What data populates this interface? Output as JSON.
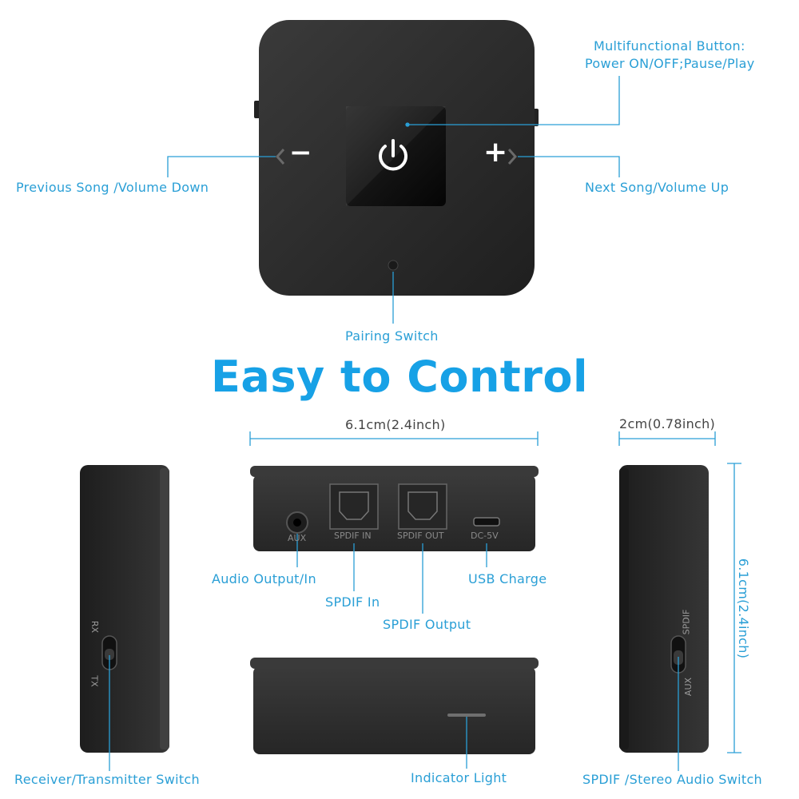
{
  "title": "Easy to Control",
  "top_view": {
    "multifunction_label_line1": "Multifunctional Button:",
    "multifunction_label_line2": "Power ON/OFF;Pause/Play",
    "prev_label": "Previous Song /Volume Down",
    "next_label": "Next Song/Volume Up",
    "pairing_label": "Pairing Switch",
    "minus_symbol": "−",
    "plus_symbol": "+"
  },
  "dimensions": {
    "width_label": "6.1cm(2.4inch)",
    "depth_label": "2cm(0.78inch)",
    "height_label": "6.1cm(2.4inch)"
  },
  "back_view": {
    "aux_port": "AUX",
    "spdif_in_port": "SPDIF IN",
    "spdif_out_port": "SPDIF OUT",
    "dc_port": "DC-5V",
    "audio_label": "Audio Output/In",
    "spdif_in_label": "SPDIF In",
    "spdif_out_label": "SPDIF Output",
    "usb_label": "USB Charge"
  },
  "left_side": {
    "rx": "RX",
    "tx": "TX",
    "switch_label": "Receiver/Transmitter Switch"
  },
  "right_side": {
    "spdif": "SPDIF",
    "aux": "AUX",
    "switch_label": "SPDIF /Stereo Audio Switch"
  },
  "front_view": {
    "indicator_label": "Indicator Light"
  },
  "colors": {
    "accent": "#2a9fd6",
    "device": "#2b2b2b"
  }
}
